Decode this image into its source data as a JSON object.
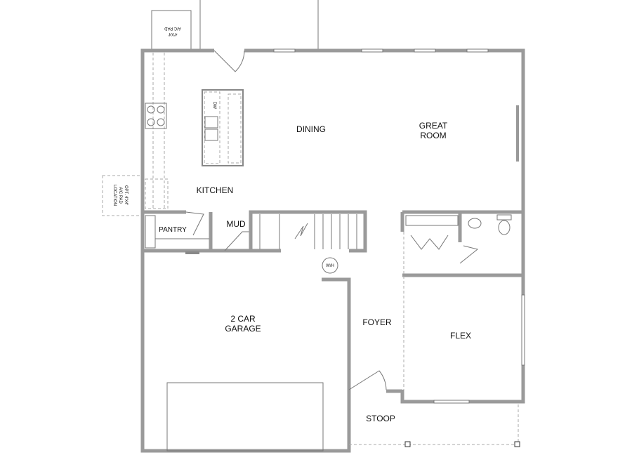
{
  "rooms": {
    "dining": "DINING",
    "great_room_1": "GREAT",
    "great_room_2": "ROOM",
    "kitchen": "KITCHEN",
    "pantry": "PANTRY",
    "mud": "MUD",
    "garage_1": "2 CAR",
    "garage_2": "GARAGE",
    "foyer": "FOYER",
    "flex": "FLEX",
    "stoop": "STOOP"
  },
  "fixtures": {
    "ac_pad_1": "4'X4'",
    "ac_pad_2": "A/C PAD",
    "opt_ac_1": "OPT. 4'X4'",
    "opt_ac_2": "A/C PAD",
    "opt_ac_3": "LOCATION",
    "dishwasher": "DW",
    "water_heater": "W/H"
  }
}
